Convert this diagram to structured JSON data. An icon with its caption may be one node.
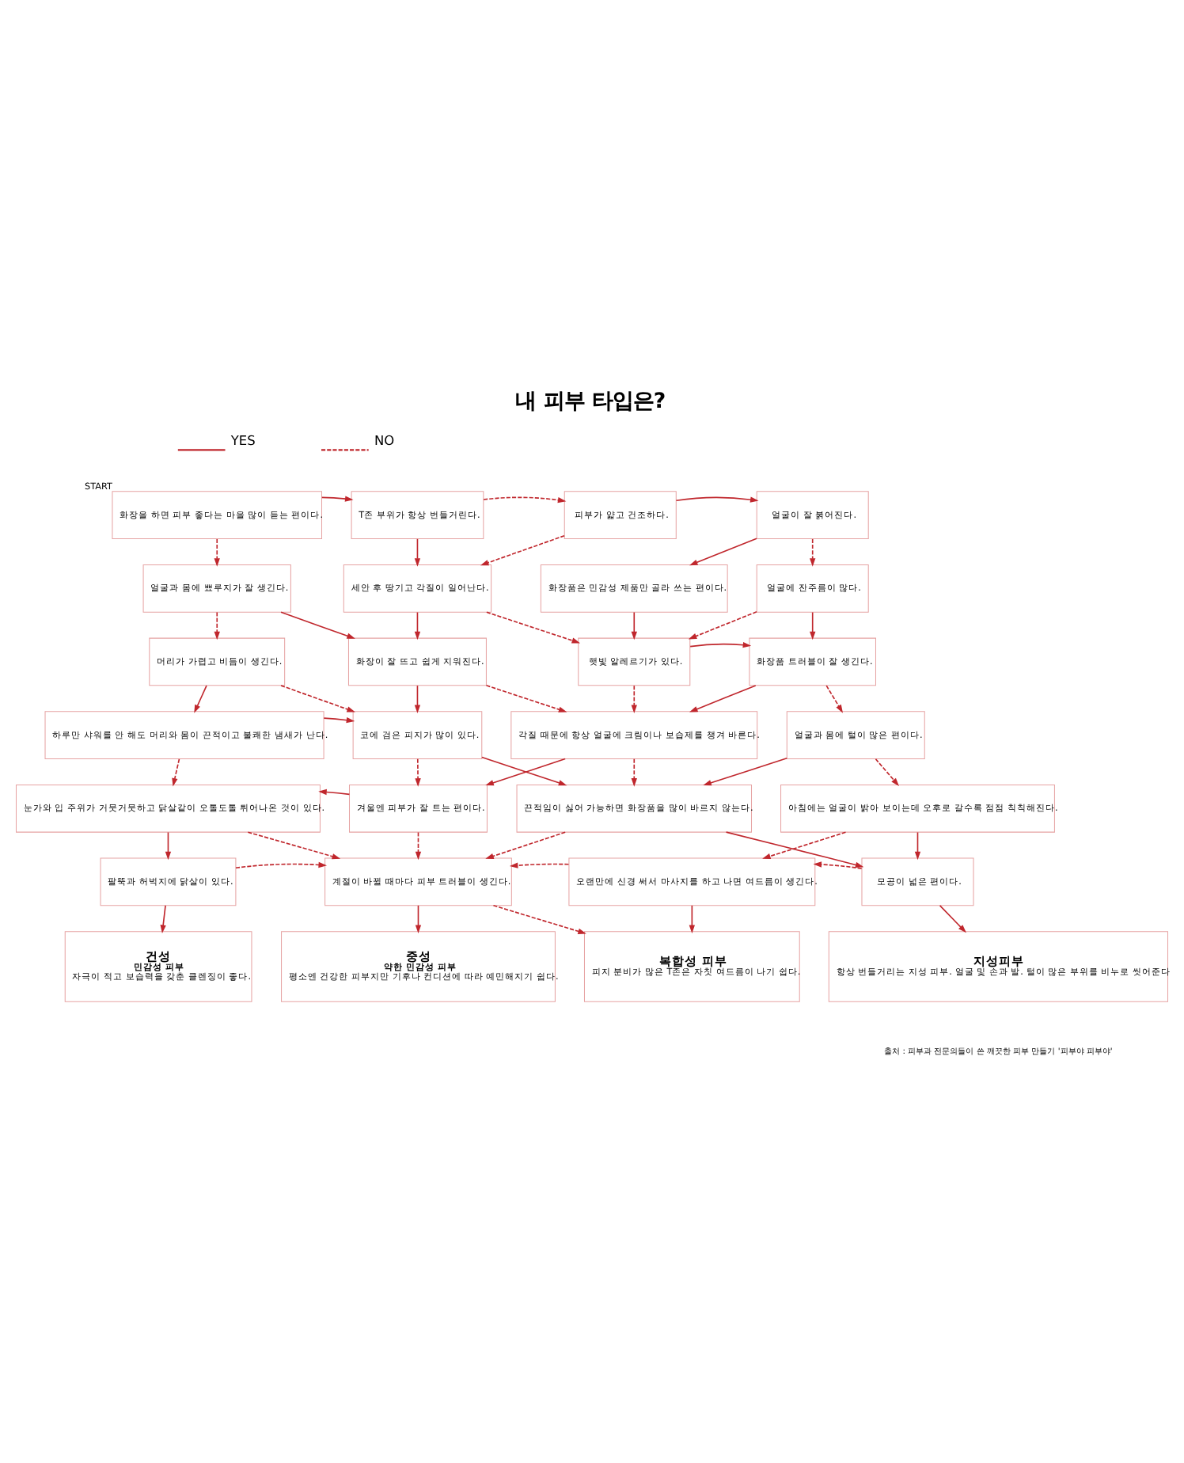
{
  "diagram": {
    "title": "내 피부 타입은?",
    "caption": "출처 : 피부과 전문의들이 쓴 깨끗한 피부 만들기 '피부야 피부야'",
    "nodes": [
      {
        "text": [
          "화장을 하면 피부 좋다는 마을 많이 듣는 편이다."
        ],
        "beside": [
          "START"
        ]
      },
      {
        "text": [
          "T존 부위가 항상 번들거린다."
        ]
      },
      {
        "text": [
          "피부가 얇고 건조하다."
        ]
      },
      {
        "text": [
          "얼굴이 잘 붉어진다."
        ]
      },
      {
        "text": [
          "얼굴과 몸에 뾰루지가 잘 생긴다."
        ]
      },
      {
        "text": [
          "세안 후 땅기고 각질이 일어난다."
        ]
      },
      {
        "text": [
          "화장품은 민감성 제품만 골라 쓰는 편이다."
        ]
      },
      {
        "text": [
          "얼굴에 잔주름이 많다."
        ]
      },
      {
        "text": [
          "머리가 가렵고 비듬이 생긴다."
        ]
      },
      {
        "text": [
          "화장이 잘 뜨고 쉽게 지워진다."
        ]
      },
      {
        "text": [
          "햇빛 알레르기가 있다."
        ]
      },
      {
        "text": [
          "화장품 트러블이 잘 생긴다."
        ]
      },
      {
        "text": [
          "하루만 샤워를 안 해도 머리와 몸이 끈적이고 불쾌한 냄새가 난다."
        ]
      },
      {
        "text": [
          "코에 검은 피지가 많이 있다."
        ]
      },
      {
        "text": [
          "각질 때문에 항상 얼굴에 크림이나 보습제를 챙겨 바른다."
        ]
      },
      {
        "text": [
          "얼굴과 몸에 털이 많은 편이다."
        ]
      },
      {
        "text": [
          "눈가와 입 주위가 거뭇거뭇하고 닭살같이 오톨도톨 튀어나온 것이 있다."
        ]
      },
      {
        "text": [
          "겨울엔 피부가 잘 트는 편이다."
        ]
      },
      {
        "text": [
          "끈적임이 싫어 가능하면 화장품을 많이 바르지 않는다."
        ]
      },
      {
        "text": [
          "아침에는 얼굴이 밝아 보이는데 오후로 갈수록 점점 칙칙해진다."
        ]
      },
      {
        "text": [
          "팔뚝과 허벅지에 닭살이 있다."
        ]
      },
      {
        "text": [
          "계절이 바뀔 때마다 피부 트러블이 생긴다."
        ]
      },
      {
        "text": [
          "오랜만에 신경 써서 마사지를 하고 나면 여드름이 생긴다."
        ]
      },
      {
        "text": [
          "모공이 넓은 편이다."
        ]
      },
      {
        "text": [
          "건성",
          "민감성 피부",
          "자극이 적고 보습력을 갖춘 클렌징이 좋다."
        ]
      },
      {
        "text": [
          "중성",
          "약한 민감성 피부",
          "평소엔 건강한 피부지만 기후나 컨디션에 따라 예민해지기 쉽다."
        ]
      },
      {
        "text": [
          "복합성 피부",
          "피지 분비가 많은 T존은 자칫 여드름이 나기 쉽다."
        ]
      },
      {
        "text": [
          "지성피부",
          "항상 번들거리는 지성 피부. 얼굴 및 손과 발. 털이 많은 부위를 비누로 씻어준다."
        ]
      }
    ],
    "edges": [
      {
        "from": 0,
        "to": 1,
        "arrow": "to"
      },
      {
        "from": 0,
        "to": 4,
        "arrow": "to",
        "style": "dashed"
      },
      {
        "from": 1,
        "to": 2,
        "arrow": "to",
        "style": "dashed"
      },
      {
        "from": 1,
        "to": 5,
        "arrow": "to"
      },
      {
        "from": 2,
        "to": 3,
        "arrow": "to"
      },
      {
        "from": 2,
        "to": 5,
        "arrow": "to",
        "style": "dashed"
      },
      {
        "from": 3,
        "to": 6,
        "arrow": "to"
      },
      {
        "from": 3,
        "to": 7,
        "arrow": "to",
        "style": "dashed"
      },
      {
        "from": 4,
        "to": 8,
        "arrow": "to",
        "style": "dashed"
      },
      {
        "from": 4,
        "to": 9,
        "arrow": "to"
      },
      {
        "from": 5,
        "to": 9,
        "arrow": "to"
      },
      {
        "from": 5,
        "to": 10,
        "arrow": "to",
        "style": "dashed"
      },
      {
        "from": 6,
        "to": 10,
        "arrow": "to"
      },
      {
        "from": 7,
        "to": 10,
        "arrow": "to",
        "style": "dashed"
      },
      {
        "from": 7,
        "to": 11,
        "arrow": "to"
      },
      {
        "from": 10,
        "to": 11,
        "arrow": "to"
      },
      {
        "from": 8,
        "to": 12,
        "arrow": "to"
      },
      {
        "from": 8,
        "to": 13,
        "arrow": "to",
        "style": "dashed"
      },
      {
        "from": 9,
        "to": 13,
        "arrow": "to"
      },
      {
        "from": 9,
        "to": 14,
        "arrow": "to",
        "style": "dashed"
      },
      {
        "from": 10,
        "to": 14,
        "arrow": "to",
        "style": "dashed"
      },
      {
        "from": 11,
        "to": 14,
        "arrow": "to"
      },
      {
        "from": 11,
        "to": 15,
        "arrow": "to",
        "style": "dashed"
      },
      {
        "from": 12,
        "to": 13,
        "arrow": "to"
      },
      {
        "from": 12,
        "to": 16,
        "arrow": "to",
        "style": "dashed"
      },
      {
        "from": 13,
        "to": 17,
        "arrow": "to",
        "style": "dashed"
      },
      {
        "from": 13,
        "to": 18,
        "arrow": "to"
      },
      {
        "from": 14,
        "to": 17,
        "arrow": "to"
      },
      {
        "from": 14,
        "to": 18,
        "arrow": "to",
        "style": "dashed"
      },
      {
        "from": 15,
        "to": 18,
        "arrow": "to"
      },
      {
        "from": 15,
        "to": 19,
        "arrow": "to",
        "style": "dashed"
      },
      {
        "from": 17,
        "to": 16,
        "arrow": "to"
      },
      {
        "from": 16,
        "to": 20,
        "arrow": "to"
      },
      {
        "from": 16,
        "to": 21,
        "arrow": "to",
        "style": "dashed"
      },
      {
        "from": 17,
        "to": 21,
        "arrow": "to",
        "style": "dashed"
      },
      {
        "from": 18,
        "to": 21,
        "arrow": "to",
        "style": "dashed"
      },
      {
        "from": 18,
        "to": 23,
        "arrow": "to"
      },
      {
        "from": 19,
        "to": 22,
        "arrow": "to",
        "style": "dashed"
      },
      {
        "from": 19,
        "to": 23,
        "arrow": "to"
      },
      {
        "from": 20,
        "to": 21,
        "arrow": "to",
        "style": "dashed"
      },
      {
        "from": 22,
        "to": 21,
        "arrow": "to",
        "style": "dashed"
      },
      {
        "from": 23,
        "to": 22,
        "arrow": "to",
        "style": "dashed"
      },
      {
        "from": 20,
        "to": 24,
        "arrow": "to"
      },
      {
        "from": 21,
        "to": 25,
        "arrow": "to"
      },
      {
        "from": 21,
        "to": 26,
        "arrow": "to",
        "style": "dashed"
      },
      {
        "from": 22,
        "to": 26,
        "arrow": "to"
      },
      {
        "from": 23,
        "to": 27,
        "arrow": "to"
      }
    ],
    "legend": [
      {
        "text": "YES"
      },
      {
        "text": "NO"
      }
    ]
  }
}
